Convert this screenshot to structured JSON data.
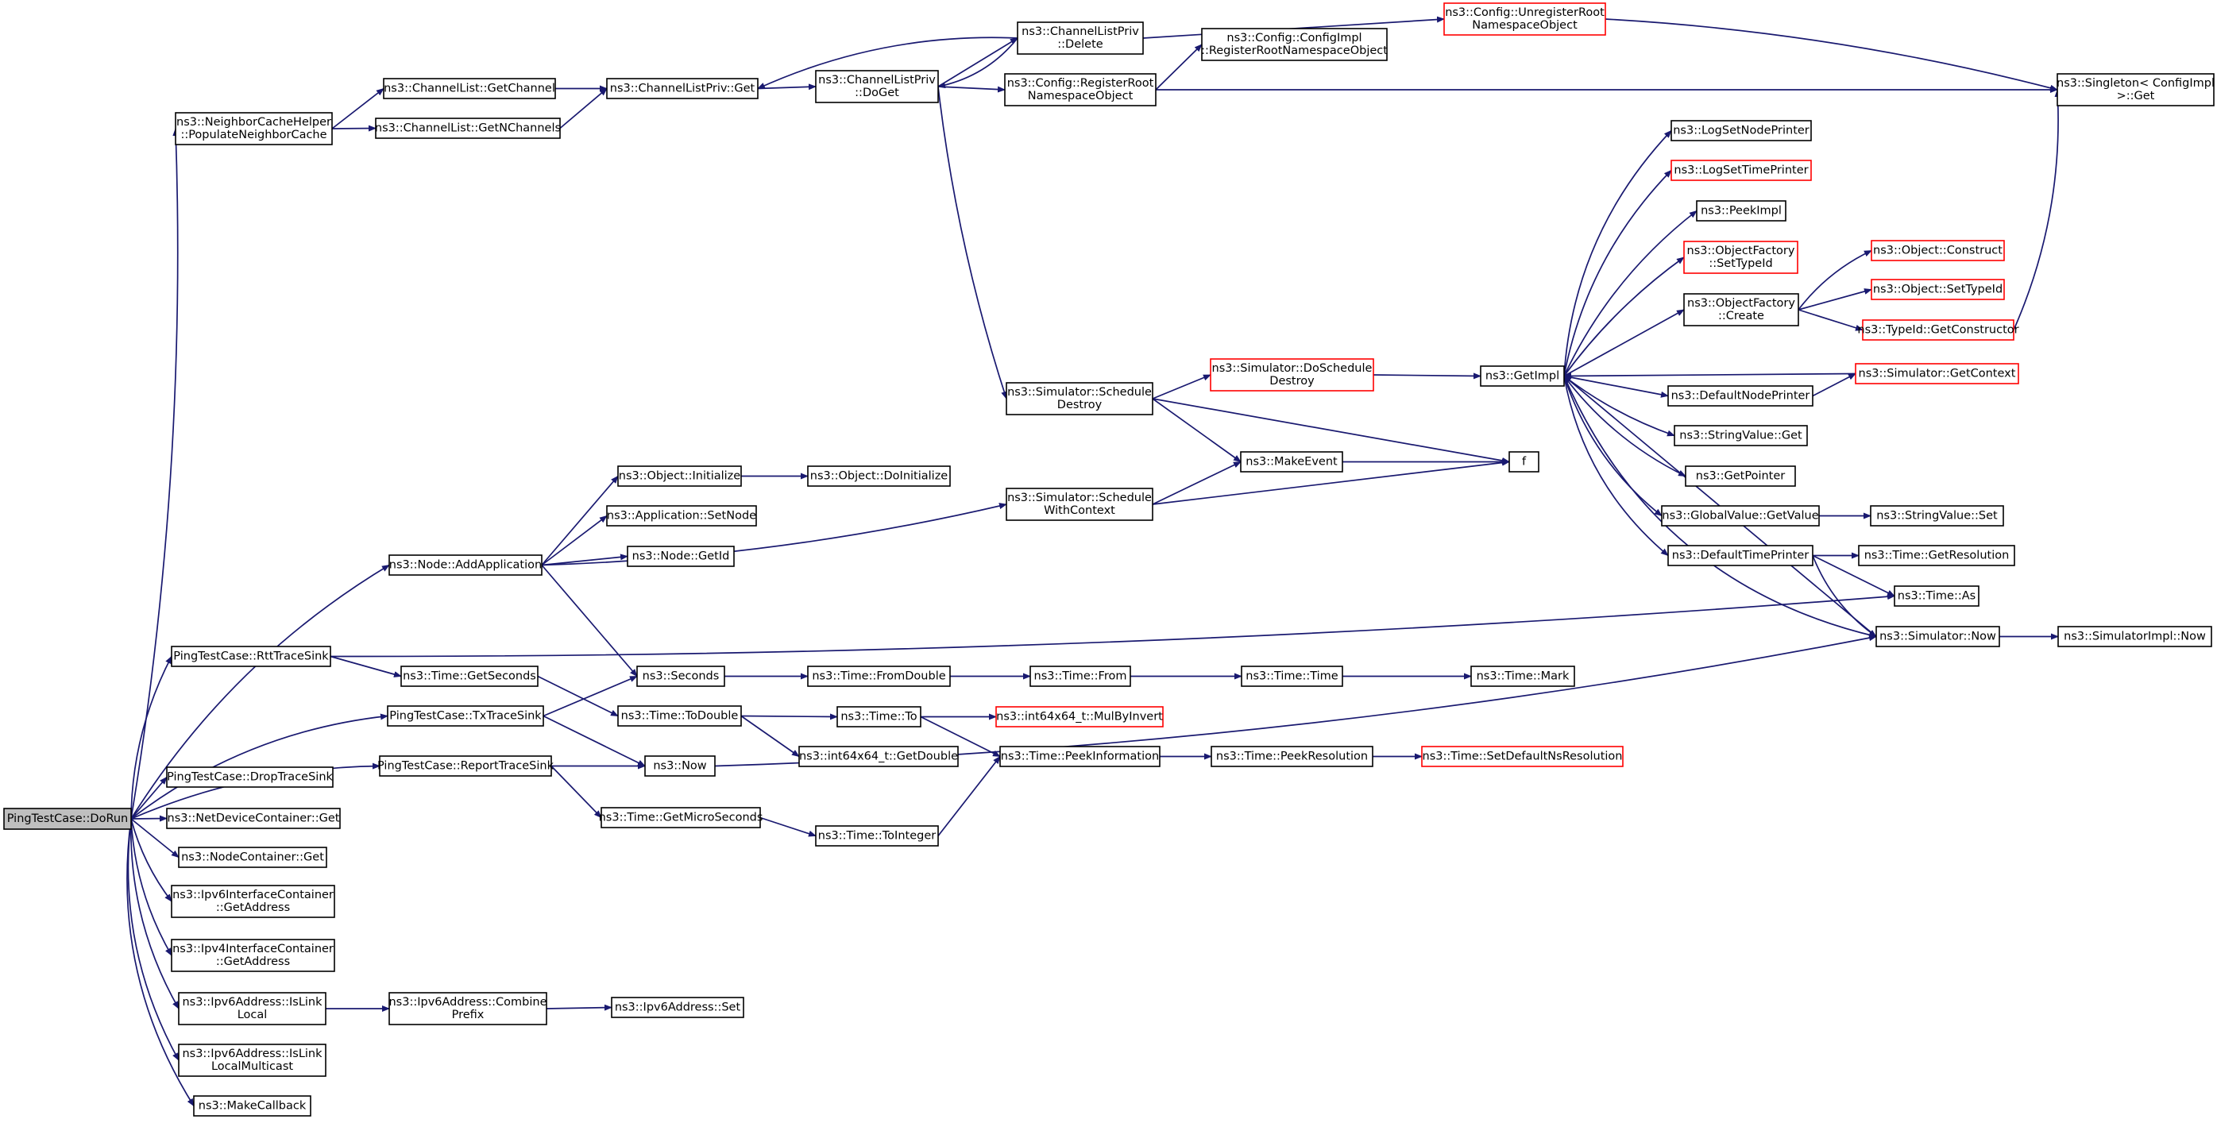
{
  "colors": {
    "edge": "#191970",
    "border": "#000000",
    "border_truncated": "#ff0000",
    "root_fill": "#bfbfbf",
    "fill": "#ffffff",
    "text": "#000000"
  },
  "nodes": [
    {
      "id": "dorun",
      "lines": [
        "PingTestCase::DoRun"
      ],
      "root": true
    },
    {
      "id": "populateNC",
      "lines": [
        "ns3::NeighborCacheHelper",
        "::PopulateNeighborCache"
      ]
    },
    {
      "id": "clGetChannel",
      "lines": [
        "ns3::ChannelList::GetChannel"
      ]
    },
    {
      "id": "clGetNChannels",
      "lines": [
        "ns3::ChannelList::GetNChannels"
      ]
    },
    {
      "id": "clpGet",
      "lines": [
        "ns3::ChannelListPriv::Get"
      ]
    },
    {
      "id": "clpDoGet",
      "lines": [
        "ns3::ChannelListPriv",
        "::DoGet"
      ]
    },
    {
      "id": "clpDelete",
      "lines": [
        "ns3::ChannelListPriv",
        "::Delete"
      ]
    },
    {
      "id": "cfgRegister",
      "lines": [
        "ns3::Config::RegisterRoot",
        "NamespaceObject"
      ]
    },
    {
      "id": "cfgImplRegister",
      "lines": [
        "ns3::Config::ConfigImpl",
        "::RegisterRootNamespaceObject"
      ]
    },
    {
      "id": "cfgUnregister",
      "lines": [
        "ns3::Config::UnregisterRoot",
        "NamespaceObject"
      ],
      "truncated": true
    },
    {
      "id": "singletonGet",
      "lines": [
        "ns3::Singleton< ConfigImpl",
        ">::Get"
      ]
    },
    {
      "id": "logSetNode",
      "lines": [
        "ns3::LogSetNodePrinter"
      ]
    },
    {
      "id": "logSetTime",
      "lines": [
        "ns3::LogSetTimePrinter"
      ],
      "truncated": true
    },
    {
      "id": "peekImpl",
      "lines": [
        "ns3::PeekImpl"
      ]
    },
    {
      "id": "ofSetTypeId",
      "lines": [
        "ns3::ObjectFactory",
        "::SetTypeId"
      ],
      "truncated": true
    },
    {
      "id": "ofCreate",
      "lines": [
        "ns3::ObjectFactory",
        "::Create"
      ]
    },
    {
      "id": "objConstruct",
      "lines": [
        "ns3::Object::Construct"
      ],
      "truncated": true
    },
    {
      "id": "objSetTypeId",
      "lines": [
        "ns3::Object::SetTypeId"
      ],
      "truncated": true
    },
    {
      "id": "typeIdGetCtor",
      "lines": [
        "ns3::TypeId::GetConstructor"
      ],
      "truncated": true
    },
    {
      "id": "simGetContext",
      "lines": [
        "ns3::Simulator::GetContext"
      ],
      "truncated": true
    },
    {
      "id": "defNodePrinter",
      "lines": [
        "ns3::DefaultNodePrinter"
      ]
    },
    {
      "id": "getImpl",
      "lines": [
        "ns3::GetImpl"
      ]
    },
    {
      "id": "stringValueGet",
      "lines": [
        "ns3::StringValue::Get"
      ]
    },
    {
      "id": "getPointer",
      "lines": [
        "ns3::GetPointer"
      ]
    },
    {
      "id": "gvGetValue",
      "lines": [
        "ns3::GlobalValue::GetValue"
      ]
    },
    {
      "id": "stringValueSet",
      "lines": [
        "ns3::StringValue::Set"
      ]
    },
    {
      "id": "defTimePrinter",
      "lines": [
        "ns3::DefaultTimePrinter"
      ]
    },
    {
      "id": "timeGetResolution",
      "lines": [
        "ns3::Time::GetResolution"
      ]
    },
    {
      "id": "timeAs",
      "lines": [
        "ns3::Time::As"
      ]
    },
    {
      "id": "simNow",
      "lines": [
        "ns3::Simulator::Now"
      ]
    },
    {
      "id": "simImplNow",
      "lines": [
        "ns3::SimulatorImpl::Now"
      ]
    },
    {
      "id": "simScheduleDestroy",
      "lines": [
        "ns3::Simulator::Schedule",
        "Destroy"
      ]
    },
    {
      "id": "simDoScheduleDestroy",
      "lines": [
        "ns3::Simulator::DoSchedule",
        "Destroy"
      ],
      "truncated": true
    },
    {
      "id": "makeEvent",
      "lines": [
        "ns3::MakeEvent"
      ]
    },
    {
      "id": "f",
      "lines": [
        "f"
      ]
    },
    {
      "id": "simScheduleCtx",
      "lines": [
        "ns3::Simulator::Schedule",
        "WithContext"
      ]
    },
    {
      "id": "objInitialize",
      "lines": [
        "ns3::Object::Initialize"
      ]
    },
    {
      "id": "objDoInitialize",
      "lines": [
        "ns3::Object::DoInitialize"
      ]
    },
    {
      "id": "appSetNode",
      "lines": [
        "ns3::Application::SetNode"
      ]
    },
    {
      "id": "nodeGetId",
      "lines": [
        "ns3::Node::GetId"
      ]
    },
    {
      "id": "nodeAddApp",
      "lines": [
        "ns3::Node::AddApplication"
      ]
    },
    {
      "id": "rttTraceSink",
      "lines": [
        "PingTestCase::RttTraceSink"
      ]
    },
    {
      "id": "timeGetSeconds",
      "lines": [
        "ns3::Time::GetSeconds"
      ]
    },
    {
      "id": "seconds",
      "lines": [
        "ns3::Seconds"
      ]
    },
    {
      "id": "timeFromDouble",
      "lines": [
        "ns3::Time::FromDouble"
      ]
    },
    {
      "id": "timeFrom",
      "lines": [
        "ns3::Time::From"
      ]
    },
    {
      "id": "timeTime",
      "lines": [
        "ns3::Time::Time"
      ]
    },
    {
      "id": "timeMark",
      "lines": [
        "ns3::Time::Mark"
      ]
    },
    {
      "id": "txTraceSink",
      "lines": [
        "PingTestCase::TxTraceSink"
      ]
    },
    {
      "id": "timeToDouble",
      "lines": [
        "ns3::Time::ToDouble"
      ]
    },
    {
      "id": "timeTo",
      "lines": [
        "ns3::Time::To"
      ]
    },
    {
      "id": "mulByInvert",
      "lines": [
        "ns3::int64x64_t::MulByInvert"
      ],
      "truncated": true
    },
    {
      "id": "getDouble",
      "lines": [
        "ns3::int64x64_t::GetDouble"
      ]
    },
    {
      "id": "peekInformation",
      "lines": [
        "ns3::Time::PeekInformation"
      ]
    },
    {
      "id": "peekResolution",
      "lines": [
        "ns3::Time::PeekResolution"
      ]
    },
    {
      "id": "setDefaultNs",
      "lines": [
        "ns3::Time::SetDefaultNsResolution"
      ],
      "truncated": true
    },
    {
      "id": "reportTraceSink",
      "lines": [
        "PingTestCase::ReportTraceSink"
      ]
    },
    {
      "id": "now",
      "lines": [
        "ns3::Now"
      ]
    },
    {
      "id": "dropTraceSink",
      "lines": [
        "PingTestCase::DropTraceSink"
      ]
    },
    {
      "id": "getMicroSeconds",
      "lines": [
        "ns3::Time::GetMicroSeconds"
      ]
    },
    {
      "id": "toInteger",
      "lines": [
        "ns3::Time::ToInteger"
      ]
    },
    {
      "id": "ndcGet",
      "lines": [
        "ns3::NetDeviceContainer::Get"
      ]
    },
    {
      "id": "ncGet",
      "lines": [
        "ns3::NodeContainer::Get"
      ]
    },
    {
      "id": "ipv6IfcGetAddr",
      "lines": [
        "ns3::Ipv6InterfaceContainer",
        "::GetAddress"
      ]
    },
    {
      "id": "ipv4IfcGetAddr",
      "lines": [
        "ns3::Ipv4InterfaceContainer",
        "::GetAddress"
      ]
    },
    {
      "id": "ipv6IsLinkLocal",
      "lines": [
        "ns3::Ipv6Address::IsLink",
        "Local"
      ]
    },
    {
      "id": "ipv6CombinePrefix",
      "lines": [
        "ns3::Ipv6Address::Combine",
        "Prefix"
      ]
    },
    {
      "id": "ipv6Set",
      "lines": [
        "ns3::Ipv6Address::Set"
      ]
    },
    {
      "id": "ipv6IsLLMulticast",
      "lines": [
        "ns3::Ipv6Address::IsLink",
        "LocalMulticast"
      ]
    },
    {
      "id": "makeCallback",
      "lines": [
        "ns3::MakeCallback"
      ]
    }
  ],
  "edges": [
    [
      "dorun",
      "populateNC"
    ],
    [
      "dorun",
      "nodeAddApp"
    ],
    [
      "dorun",
      "rttTraceSink"
    ],
    [
      "dorun",
      "txTraceSink"
    ],
    [
      "dorun",
      "reportTraceSink"
    ],
    [
      "dorun",
      "dropTraceSink"
    ],
    [
      "dorun",
      "ndcGet"
    ],
    [
      "dorun",
      "ncGet"
    ],
    [
      "dorun",
      "ipv6IfcGetAddr"
    ],
    [
      "dorun",
      "ipv4IfcGetAddr"
    ],
    [
      "dorun",
      "ipv6IsLinkLocal"
    ],
    [
      "dorun",
      "ipv6IsLLMulticast"
    ],
    [
      "dorun",
      "makeCallback"
    ],
    [
      "populateNC",
      "clGetChannel"
    ],
    [
      "populateNC",
      "clGetNChannels"
    ],
    [
      "clGetChannel",
      "clpGet"
    ],
    [
      "clGetNChannels",
      "clpGet"
    ],
    [
      "clpGet",
      "clpDoGet"
    ],
    [
      "clpDoGet",
      "clpDelete"
    ],
    [
      "clpDoGet",
      "cfgRegister"
    ],
    [
      "clpDoGet",
      "simScheduleDestroy"
    ],
    [
      "clpDelete",
      "clpGet"
    ],
    [
      "clpDelete",
      "clpDoGet"
    ],
    [
      "clpDelete",
      "cfgUnregister"
    ],
    [
      "cfgRegister",
      "cfgImplRegister"
    ],
    [
      "cfgRegister",
      "singletonGet"
    ],
    [
      "cfgUnregister",
      "singletonGet"
    ],
    [
      "simScheduleDestroy",
      "simDoScheduleDestroy"
    ],
    [
      "simScheduleDestroy",
      "makeEvent"
    ],
    [
      "simScheduleDestroy",
      "f"
    ],
    [
      "simDoScheduleDestroy",
      "getImpl"
    ],
    [
      "makeEvent",
      "f"
    ],
    [
      "simScheduleCtx",
      "makeEvent"
    ],
    [
      "simScheduleCtx",
      "f"
    ],
    [
      "getImpl",
      "logSetNode"
    ],
    [
      "getImpl",
      "logSetTime"
    ],
    [
      "getImpl",
      "peekImpl"
    ],
    [
      "getImpl",
      "ofSetTypeId"
    ],
    [
      "getImpl",
      "ofCreate"
    ],
    [
      "getImpl",
      "defNodePrinter"
    ],
    [
      "getImpl",
      "stringValueGet"
    ],
    [
      "getImpl",
      "getPointer"
    ],
    [
      "getImpl",
      "gvGetValue"
    ],
    [
      "getImpl",
      "defTimePrinter"
    ],
    [
      "getImpl",
      "simNow"
    ],
    [
      "ofCreate",
      "objConstruct"
    ],
    [
      "ofCreate",
      "objSetTypeId"
    ],
    [
      "ofCreate",
      "typeIdGetCtor"
    ],
    [
      "typeIdGetCtor",
      "singletonGet"
    ],
    [
      "simGetContext",
      "getImpl"
    ],
    [
      "defNodePrinter",
      "simGetContext"
    ],
    [
      "gvGetValue",
      "stringValueSet"
    ],
    [
      "defTimePrinter",
      "timeGetResolution"
    ],
    [
      "defTimePrinter",
      "timeAs"
    ],
    [
      "defTimePrinter",
      "simNow"
    ],
    [
      "simNow",
      "getImpl"
    ],
    [
      "simNow",
      "simImplNow"
    ],
    [
      "nodeAddApp",
      "objInitialize"
    ],
    [
      "nodeAddApp",
      "appSetNode"
    ],
    [
      "nodeAddApp",
      "nodeGetId"
    ],
    [
      "nodeAddApp",
      "simScheduleCtx"
    ],
    [
      "nodeAddApp",
      "seconds"
    ],
    [
      "objInitialize",
      "objDoInitialize"
    ],
    [
      "rttTraceSink",
      "timeAs"
    ],
    [
      "rttTraceSink",
      "timeGetSeconds"
    ],
    [
      "timeGetSeconds",
      "timeToDouble"
    ],
    [
      "txTraceSink",
      "seconds"
    ],
    [
      "txTraceSink",
      "now"
    ],
    [
      "seconds",
      "timeFromDouble"
    ],
    [
      "timeFromDouble",
      "timeFrom"
    ],
    [
      "timeFrom",
      "timeTime"
    ],
    [
      "timeTime",
      "timeMark"
    ],
    [
      "timeToDouble",
      "timeTo"
    ],
    [
      "timeToDouble",
      "getDouble"
    ],
    [
      "timeTo",
      "mulByInvert"
    ],
    [
      "timeTo",
      "peekInformation"
    ],
    [
      "peekInformation",
      "peekResolution"
    ],
    [
      "peekResolution",
      "setDefaultNs"
    ],
    [
      "reportTraceSink",
      "now"
    ],
    [
      "reportTraceSink",
      "getMicroSeconds"
    ],
    [
      "now",
      "simNow"
    ],
    [
      "getMicroSeconds",
      "toInteger"
    ],
    [
      "toInteger",
      "peekInformation"
    ],
    [
      "ipv6IsLinkLocal",
      "ipv6CombinePrefix"
    ],
    [
      "ipv6CombinePrefix",
      "ipv6Set"
    ]
  ]
}
